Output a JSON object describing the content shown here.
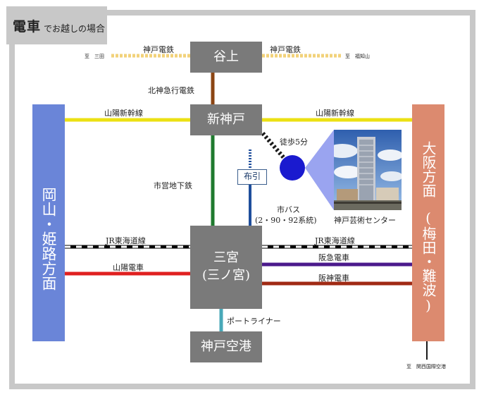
{
  "title": {
    "main": "電車",
    "sub_hira1": "でお",
    "sub_kanji": "越",
    "sub_hira2": "しの",
    "sub_kanji2": "場合"
  },
  "stations": {
    "tanigami": "谷上",
    "shinkobe": "新神戸",
    "sannomiya": "三宮",
    "sannomiya_sub": "(三ノ宮)",
    "airport": "神戸空港"
  },
  "lines": {
    "kobe_dentetsu_left": "神戸電鉄",
    "kobe_dentetsu_right": "神戸電鉄",
    "hokushin": "北神急行電鉄",
    "sanyo_shinkansen_left": "山陽新幹線",
    "sanyo_shinkansen_right": "山陽新幹線",
    "subway": "市営地下鉄",
    "jr_left": "JR東海道線",
    "jr_right": "JR東海道線",
    "sanyo_dentetsu": "山陽電車",
    "hankyu": "阪急電車",
    "hanshin": "阪神電車",
    "port_liner": "ポートライナー",
    "city_bus": "市バス",
    "city_bus_routes": "(2・90・92系統)"
  },
  "destinations": {
    "sanda": "至　三田",
    "fukuchiyama": "至　福知山",
    "kansai_airport": "至　関西国際空港"
  },
  "walk": "徒歩5分",
  "bus_stop": "布引",
  "venue": "神戸芸術センター",
  "sidebars": {
    "left": "岡山・姫路方面",
    "right_main": "大阪方面",
    "right_sub": "(梅田・難波)"
  },
  "colors": {
    "kobe_dentetsu": "#f2d27a",
    "hokushin": "#8b4513",
    "shinkansen": "#ece113",
    "subway": "#1f7a2e",
    "bus": "#1f4e9c",
    "sanyo": "#e02020",
    "hankyu": "#4b1a8c",
    "hanshin": "#a02a14",
    "port_liner": "#48a8b8",
    "left_sidebar": "#6a85d8",
    "right_sidebar": "#dc8a6f",
    "station": "#7a7a7a",
    "venue_dot": "#1a1acf"
  }
}
